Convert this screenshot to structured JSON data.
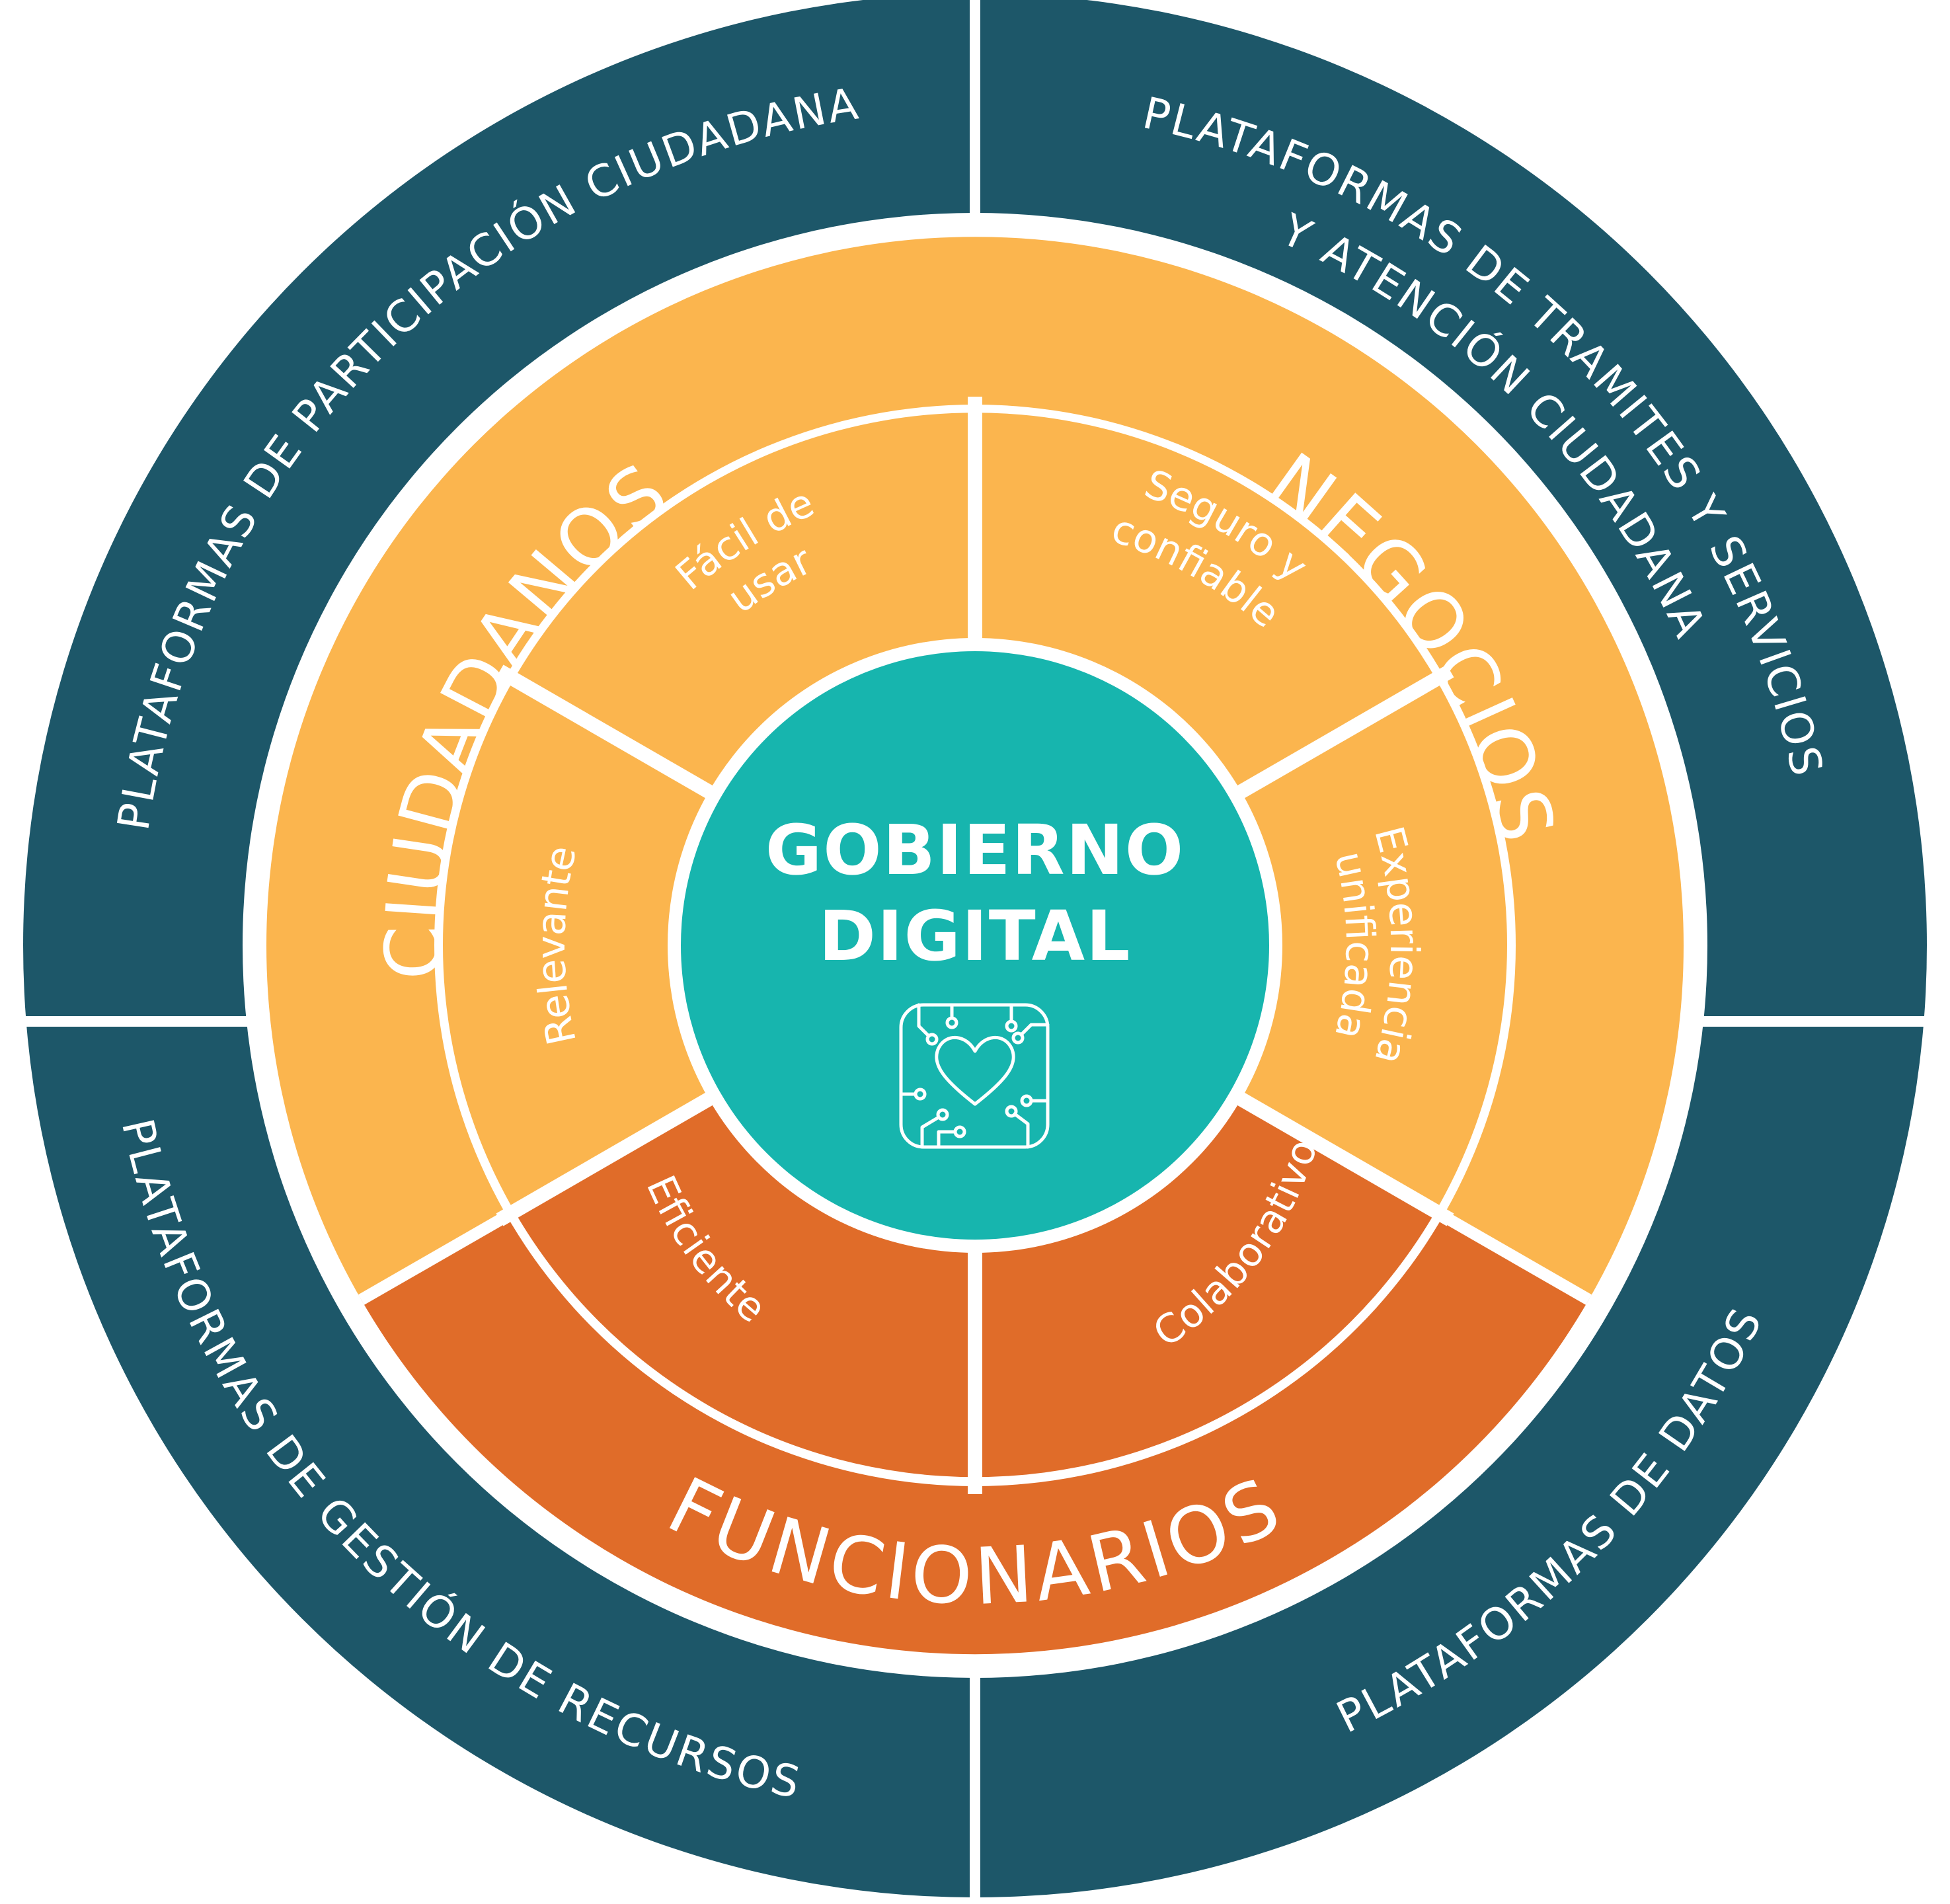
{
  "colors": {
    "outer_ring": "#1d5769",
    "stakeholder_light": "#fbb54e",
    "stakeholder_dark": "#e06c29",
    "center": "#17b5ae",
    "separator": "#ffffff"
  },
  "outer_ring": {
    "segments": [
      {
        "label": "PLATAFORMAS DE PARTICIPACIÓN CIUDADANA"
      },
      {
        "label_line1": "PLATAFORMAS DE TRAMITES Y SERVICIOS",
        "label_line2": "Y ATENCIÓN CIUDADANA"
      },
      {
        "label": "PLATAFORMAS DE DATOS"
      },
      {
        "label": "PLATAFORMAS DE GESTIÓN DE RECURSOS"
      }
    ]
  },
  "stakeholders": {
    "ciudadanos": "CIUDADANOS",
    "negocios": "NEGOCIOS",
    "funcionarios": "FUNCIONARIOS"
  },
  "attributes": {
    "facil_line1": "Fácil de",
    "facil_line2": "usar",
    "seguro_line1": "Seguro y",
    "seguro_line2": "confiable",
    "experiencia_line1": "Experiencia",
    "experiencia_line2": "unificada",
    "colaborativo": "Colaborativo",
    "eficiente": "Eficiente",
    "relevante": "Relevante"
  },
  "center": {
    "title_line1": "GOBIERNO",
    "title_line2": "DIGITAL",
    "icon": "heart-circuit-icon"
  }
}
